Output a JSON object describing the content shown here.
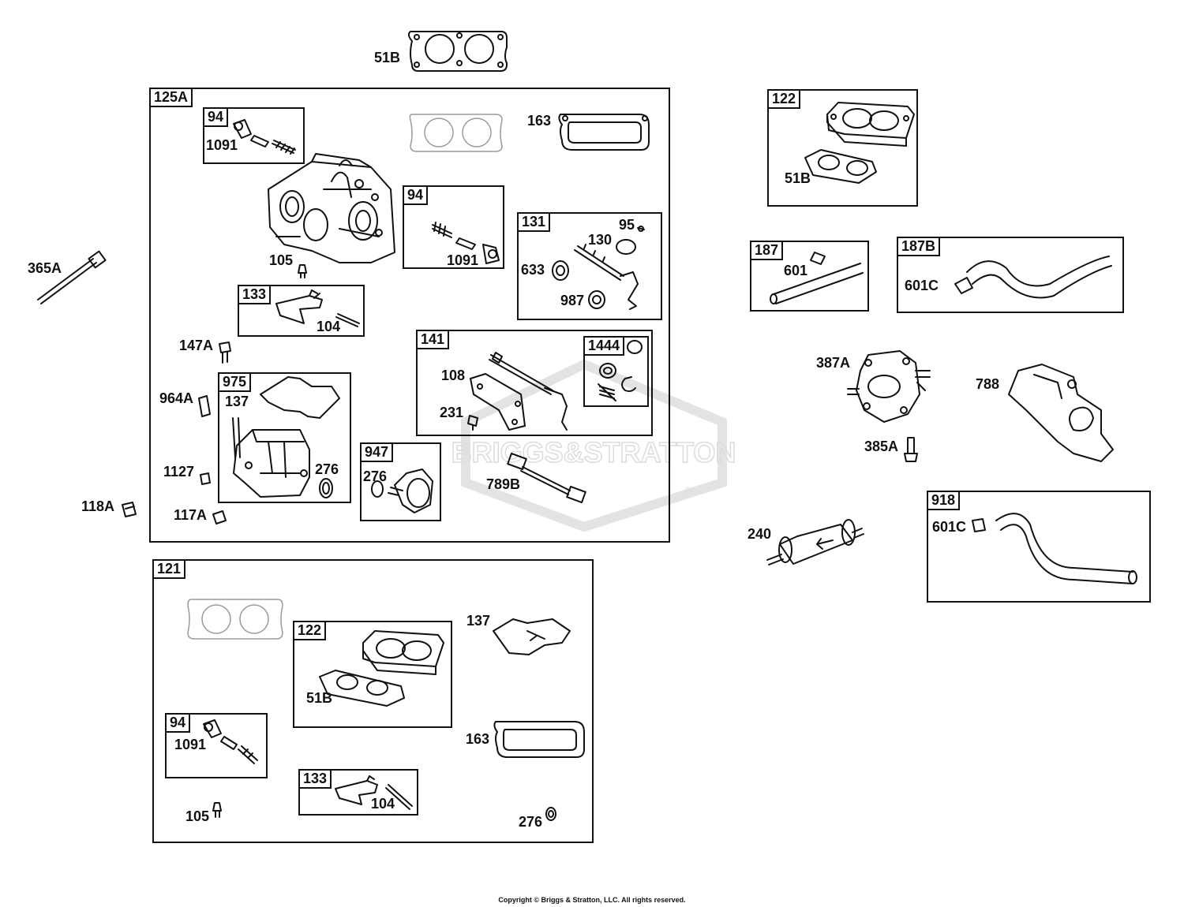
{
  "watermark": {
    "text": "BRIGGS&STRATTON",
    "registered_mark": "®"
  },
  "copyright": "Copyright © Briggs & Stratton, LLC. All rights reserved.",
  "colors": {
    "line": "#111111",
    "watermark": "#e3e3e3",
    "gasket_light": "#9a9a9a"
  },
  "groups": {
    "g125A": "125A",
    "g94a": "94",
    "g94b": "94",
    "g131": "131",
    "g133a": "133",
    "g141": "141",
    "g1444": "1444",
    "g975": "975",
    "g947": "947",
    "g121": "121",
    "g122b": "122",
    "g94c": "94",
    "g133b": "133",
    "g122a": "122",
    "g187": "187",
    "g187B": "187B",
    "g918": "918"
  },
  "labels": {
    "l51B_top": "51B",
    "l365A": "365A",
    "l1091a": "1091",
    "l163a": "163",
    "l105a": "105",
    "l1091b": "1091",
    "l95": "95",
    "l130": "130",
    "l633": "633",
    "l987": "987",
    "l104a": "104",
    "l147A": "147A",
    "l108": "108",
    "l231": "231",
    "l964A": "964A",
    "l137a": "137",
    "l1127": "1127",
    "l276a": "276",
    "l118A": "118A",
    "l117A": "117A",
    "l276b": "276",
    "l789B": "789B",
    "l51B_a": "51B",
    "l601": "601",
    "l601C_a": "601C",
    "l387A": "387A",
    "l788": "788",
    "l385A": "385A",
    "l240": "240",
    "l601C_b": "601C",
    "l137b": "137",
    "l51B_b": "51B",
    "l1091c": "1091",
    "l163b": "163",
    "l105b": "105",
    "l104b": "104",
    "l276c": "276"
  }
}
